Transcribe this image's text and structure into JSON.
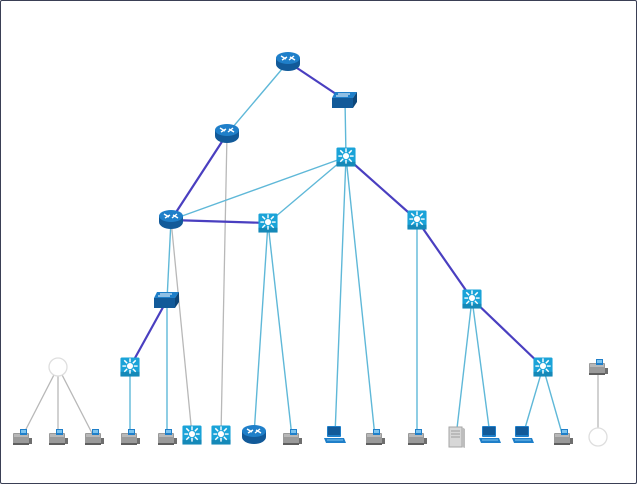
{
  "diagram": {
    "type": "network-topology",
    "colors": {
      "background": "#ffffff",
      "frame": "#3a3f55",
      "link_trunk": "#4a3fc0",
      "link_access": "#5fb8d8",
      "link_grey": "#b8b8b8",
      "device_blue": "#1f7fc9",
      "device_dark": "#125a99",
      "device_cyan": "#1aa3d8",
      "host_grey": "#8c8c8c"
    },
    "icon_legend": [
      "router-icon",
      "switch-icon",
      "multilayer-switch-icon",
      "workstation-icon",
      "pc-icon",
      "server-icon",
      "empty-node-icon"
    ],
    "nodes": [
      {
        "id": "r0",
        "kind": "router"
      },
      {
        "id": "sw0",
        "kind": "switch"
      },
      {
        "id": "r1",
        "kind": "router"
      },
      {
        "id": "ml0",
        "kind": "multilayer"
      },
      {
        "id": "r2",
        "kind": "router"
      },
      {
        "id": "ml1",
        "kind": "multilayer"
      },
      {
        "id": "ml2",
        "kind": "multilayer"
      },
      {
        "id": "sw1",
        "kind": "switch"
      },
      {
        "id": "ml3",
        "kind": "multilayer"
      },
      {
        "id": "ml4",
        "kind": "multilayer"
      },
      {
        "id": "ml5",
        "kind": "multilayer"
      },
      {
        "id": "e0",
        "kind": "empty"
      },
      {
        "id": "h0",
        "kind": "workstation"
      },
      {
        "id": "h1",
        "kind": "workstation"
      },
      {
        "id": "h2",
        "kind": "workstation"
      },
      {
        "id": "h3",
        "kind": "workstation"
      },
      {
        "id": "h4",
        "kind": "workstation"
      },
      {
        "id": "ml6",
        "kind": "multilayer"
      },
      {
        "id": "ml7",
        "kind": "multilayer"
      },
      {
        "id": "r3",
        "kind": "router"
      },
      {
        "id": "h5",
        "kind": "workstation"
      },
      {
        "id": "pc0",
        "kind": "pc"
      },
      {
        "id": "h6",
        "kind": "workstation"
      },
      {
        "id": "h7",
        "kind": "workstation"
      },
      {
        "id": "srv0",
        "kind": "server"
      },
      {
        "id": "pc1",
        "kind": "pc"
      },
      {
        "id": "pc2",
        "kind": "pc"
      },
      {
        "id": "h8",
        "kind": "workstation"
      },
      {
        "id": "h9",
        "kind": "workstation"
      },
      {
        "id": "e1",
        "kind": "empty"
      }
    ],
    "links": [
      {
        "from": "r0",
        "to": "sw0",
        "style": "trunk"
      },
      {
        "from": "r0",
        "to": "r1",
        "style": "access"
      },
      {
        "from": "r1",
        "to": "r2",
        "style": "trunk"
      },
      {
        "from": "r1",
        "to": "ml7",
        "style": "grey"
      },
      {
        "from": "sw0",
        "to": "ml0",
        "style": "access"
      },
      {
        "from": "ml0",
        "to": "r2",
        "style": "access"
      },
      {
        "from": "ml0",
        "to": "ml1",
        "style": "access"
      },
      {
        "from": "ml0",
        "to": "ml2",
        "style": "trunk"
      },
      {
        "from": "ml0",
        "to": "pc0",
        "style": "access"
      },
      {
        "from": "ml0",
        "to": "h6",
        "style": "access"
      },
      {
        "from": "r2",
        "to": "ml1",
        "style": "trunk"
      },
      {
        "from": "r2",
        "to": "sw1",
        "style": "access"
      },
      {
        "from": "r2",
        "to": "ml6",
        "style": "grey"
      },
      {
        "from": "ml1",
        "to": "r3",
        "style": "access"
      },
      {
        "from": "ml1",
        "to": "h5",
        "style": "access"
      },
      {
        "from": "ml2",
        "to": "h7",
        "style": "access"
      },
      {
        "from": "ml2",
        "to": "ml4",
        "style": "trunk"
      },
      {
        "from": "sw1",
        "to": "ml3",
        "style": "trunk"
      },
      {
        "from": "sw1",
        "to": "h4",
        "style": "access"
      },
      {
        "from": "ml3",
        "to": "h3",
        "style": "access"
      },
      {
        "from": "ml4",
        "to": "srv0",
        "style": "access"
      },
      {
        "from": "ml4",
        "to": "pc1",
        "style": "access"
      },
      {
        "from": "ml4",
        "to": "ml5",
        "style": "trunk"
      },
      {
        "from": "ml5",
        "to": "pc2",
        "style": "access"
      },
      {
        "from": "ml5",
        "to": "h8",
        "style": "access"
      },
      {
        "from": "e0",
        "to": "h0",
        "style": "grey"
      },
      {
        "from": "e0",
        "to": "h1",
        "style": "grey"
      },
      {
        "from": "e0",
        "to": "h2",
        "style": "grey"
      },
      {
        "from": "h9",
        "to": "e1",
        "style": "grey"
      }
    ]
  }
}
